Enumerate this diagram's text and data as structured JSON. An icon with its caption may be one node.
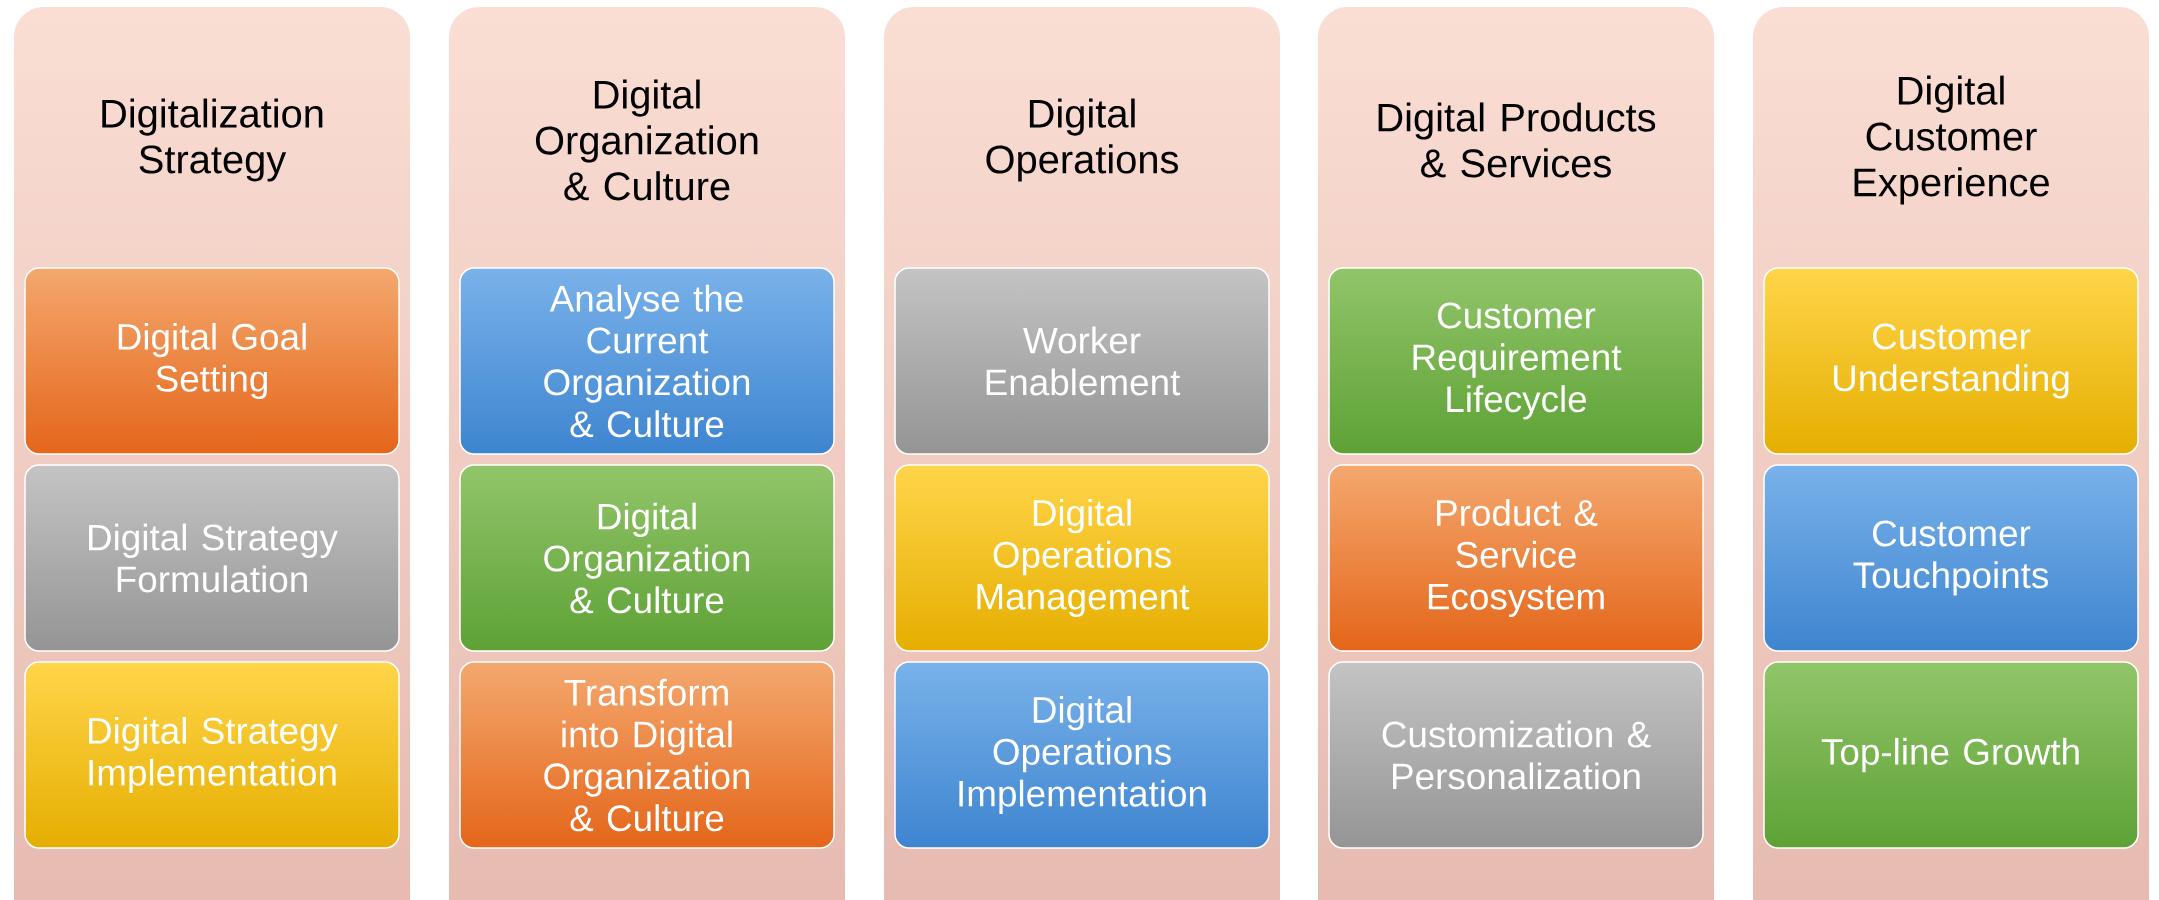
{
  "diagram": {
    "nodes": [
      {
        "text": [
          "Digitalization Strategy"
        ]
      },
      {
        "text": [
          "Digital Goal Setting"
        ],
        "in": 0
      },
      {
        "text": [
          "Digital Strategy Formulation"
        ],
        "in": 0
      },
      {
        "text": [
          "Digital Strategy Implementation"
        ],
        "in": 0
      },
      {
        "text": [
          "Digital Organization & Culture"
        ]
      },
      {
        "text": [
          "Analyse the Current Organization & Culture"
        ],
        "in": 4
      },
      {
        "text": [
          "Digital Organization & Culture"
        ],
        "in": 4
      },
      {
        "text": [
          "Transform into Digital Organization & Culture"
        ],
        "in": 4
      },
      {
        "text": [
          "Digital Operations"
        ]
      },
      {
        "text": [
          "Worker Enablement"
        ],
        "in": 8
      },
      {
        "text": [
          "Digital Operations Management"
        ],
        "in": 8
      },
      {
        "text": [
          "Digital Operations Implementation"
        ],
        "in": 8
      },
      {
        "text": [
          "Digital Products & Services"
        ]
      },
      {
        "text": [
          "Customer Requirement Lifecycle"
        ],
        "in": 12
      },
      {
        "text": [
          "Product & Service Ecosystem"
        ],
        "in": 12
      },
      {
        "text": [
          "Customization & Personalization"
        ],
        "in": 12
      },
      {
        "text": [
          "Digital Customer Experience"
        ]
      },
      {
        "text": [
          "Customer Understanding"
        ],
        "in": 16
      },
      {
        "text": [
          "Customer Touchpoints"
        ],
        "in": 16
      },
      {
        "text": [
          "Top-line Growth"
        ],
        "in": 16
      }
    ]
  }
}
